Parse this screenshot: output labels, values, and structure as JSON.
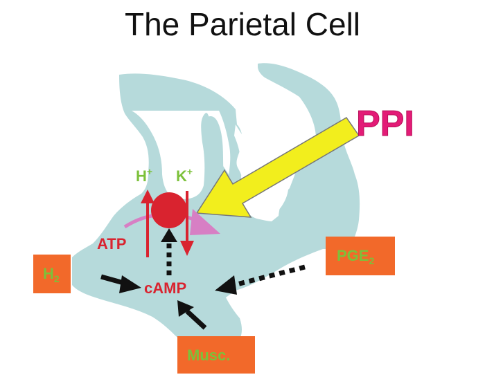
{
  "title": "The Parietal Cell",
  "labels": {
    "ppi": "PPI",
    "h_plus": "H",
    "h_plus_sup": "+",
    "k_plus": "K",
    "k_plus_sup": "+",
    "atp": "ATP",
    "camp": "cAMP"
  },
  "boxes": {
    "h2": {
      "text": "H",
      "sub": "2"
    },
    "pge2": {
      "text": "PGE",
      "sub": "2"
    },
    "musc": {
      "text": "Musc."
    }
  },
  "colors": {
    "cell_fill": "#b6dadb",
    "red": "#d9232f",
    "green": "#7cc13a",
    "magenta": "#e31b77",
    "yellow": "#f2ee1d",
    "box_fill": "#f2692a",
    "pink_arrow": "#d77fc4",
    "black": "#111111"
  }
}
